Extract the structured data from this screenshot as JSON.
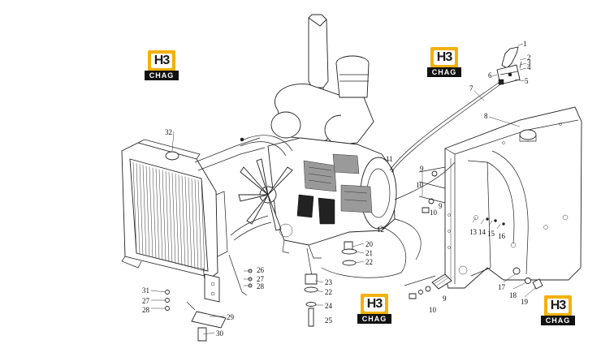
{
  "logo": {
    "glyph": "H3",
    "band": "CHAG"
  },
  "callouts": [
    {
      "id": "c1",
      "label": "1"
    },
    {
      "id": "c2",
      "label": "2"
    },
    {
      "id": "c3",
      "label": "3"
    },
    {
      "id": "c4",
      "label": "4"
    },
    {
      "id": "c5",
      "label": "5"
    },
    {
      "id": "c6",
      "label": "6"
    },
    {
      "id": "c7",
      "label": "7"
    },
    {
      "id": "c8",
      "label": "8"
    },
    {
      "id": "c9a",
      "label": "9"
    },
    {
      "id": "c10a",
      "label": "10"
    },
    {
      "id": "c9b",
      "label": "9"
    },
    {
      "id": "c10b",
      "label": "10"
    },
    {
      "id": "c9c",
      "label": "9"
    },
    {
      "id": "c10c",
      "label": "10"
    },
    {
      "id": "c11",
      "label": "11"
    },
    {
      "id": "c12",
      "label": "12"
    },
    {
      "id": "c13",
      "label": "13"
    },
    {
      "id": "c14",
      "label": "14"
    },
    {
      "id": "c15",
      "label": "15"
    },
    {
      "id": "c16",
      "label": "16"
    },
    {
      "id": "c17",
      "label": "17"
    },
    {
      "id": "c18",
      "label": "18"
    },
    {
      "id": "c19",
      "label": "19"
    },
    {
      "id": "c20",
      "label": "20"
    },
    {
      "id": "c21",
      "label": "21"
    },
    {
      "id": "c22a",
      "label": "22"
    },
    {
      "id": "c23",
      "label": "23"
    },
    {
      "id": "c22b",
      "label": "22"
    },
    {
      "id": "c24",
      "label": "24"
    },
    {
      "id": "c25",
      "label": "25"
    },
    {
      "id": "c26",
      "label": "26"
    },
    {
      "id": "c27a",
      "label": "27"
    },
    {
      "id": "c28a",
      "label": "28"
    },
    {
      "id": "c31",
      "label": "31"
    },
    {
      "id": "c27b",
      "label": "27"
    },
    {
      "id": "c28b",
      "label": "28"
    },
    {
      "id": "c29",
      "label": "29"
    },
    {
      "id": "c30",
      "label": "30"
    },
    {
      "id": "c32",
      "label": "32"
    }
  ]
}
